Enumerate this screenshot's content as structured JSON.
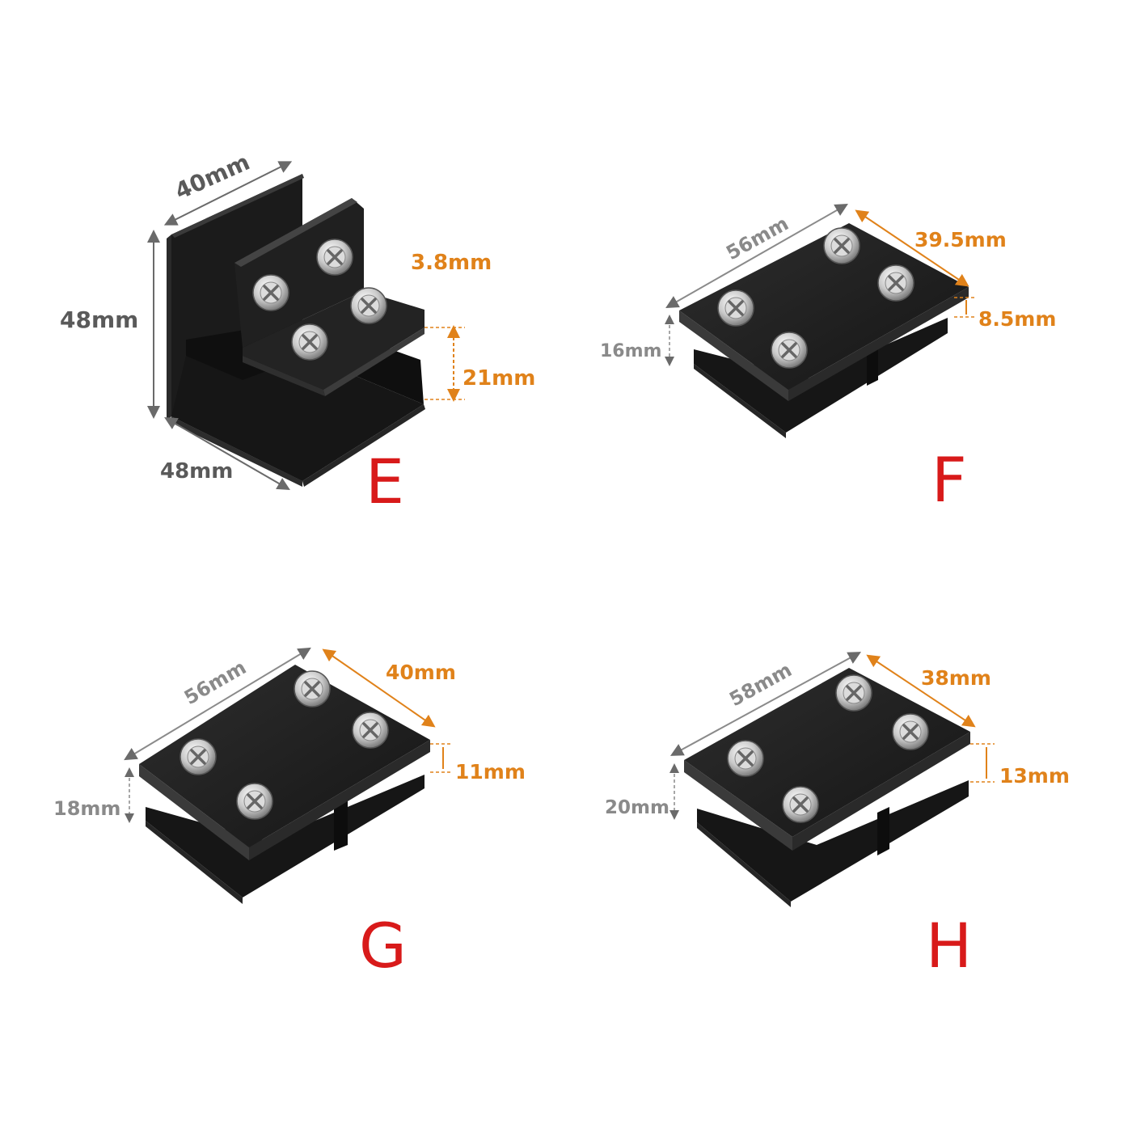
{
  "colors": {
    "background": "#ffffff",
    "bracket_body": "#1c1c1c",
    "dim_gray": "#5a5a5a",
    "dim_light": "#8a8a8a",
    "dim_orange": "#e0821a",
    "letter_red": "#d81a1a"
  },
  "products": {
    "E": {
      "letter": "E",
      "dim_top": "40mm",
      "dim_height": "48mm",
      "dim_depth": "48mm",
      "dim_thickness": "3.8mm",
      "dim_gap": "21mm"
    },
    "F": {
      "letter": "F",
      "dim_length": "56mm",
      "dim_width": "39.5mm",
      "dim_gap": "8.5mm",
      "dim_height": "16mm"
    },
    "G": {
      "letter": "G",
      "dim_length": "56mm",
      "dim_width": "40mm",
      "dim_gap": "11mm",
      "dim_height": "18mm"
    },
    "H": {
      "letter": "H",
      "dim_length": "58mm",
      "dim_width": "38mm",
      "dim_gap": "13mm",
      "dim_height": "20mm"
    }
  }
}
